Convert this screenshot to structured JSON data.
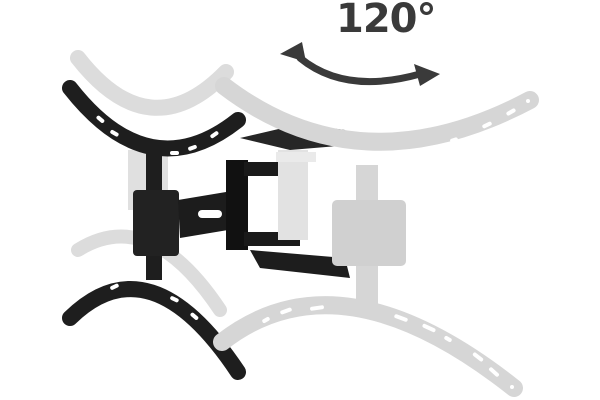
{
  "image": {
    "description": "Full-motion TV wall mount bracket with swivel arm, shown in two positions",
    "rotation_label": "120°",
    "colors": {
      "background": "#ffffff",
      "mount_dark": "#1e1e1e",
      "mount_ghost": "#d4d4d4",
      "arrow": "#3a3a3a",
      "label": "#3a3a3a"
    },
    "elements": [
      {
        "name": "rotation-angle-label",
        "text": "120°"
      },
      {
        "name": "rotation-arrow",
        "type": "double-headed curved arrow"
      },
      {
        "name": "wall-plate",
        "color": "dark"
      },
      {
        "name": "swivel-arm",
        "color": "dark"
      },
      {
        "name": "vesa-bracket-dark",
        "position": "left"
      },
      {
        "name": "vesa-bracket-ghost",
        "position": "right, rotated"
      }
    ]
  }
}
